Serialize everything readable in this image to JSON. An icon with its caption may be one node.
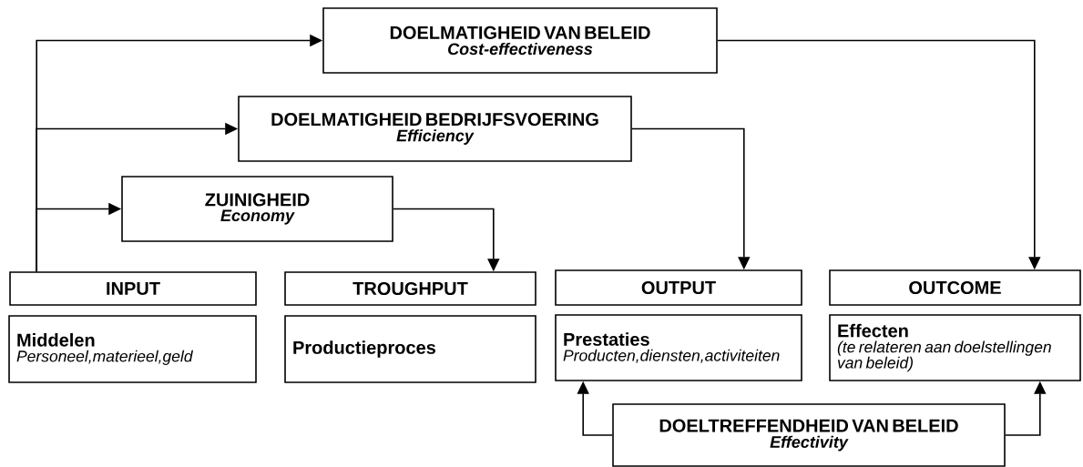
{
  "diagram": {
    "nodes": [
      {
        "text": [
          "DOELMATIGHEID VAN BELEID",
          "Cost-effectiveness"
        ]
      },
      {
        "text": [
          "DOELMATIGHEID BEDRIJFSVOERING",
          "Efficiency"
        ]
      },
      {
        "text": [
          "ZUINIGHEID",
          "Economy"
        ]
      },
      {
        "text": [
          "INPUT"
        ]
      },
      {
        "text": [
          "TROUGHPUT"
        ]
      },
      {
        "text": [
          "OUTPUT"
        ]
      },
      {
        "text": [
          "OUTCOME"
        ]
      },
      {
        "text": [
          "Middelen",
          "Personeel,materieel,geld"
        ]
      },
      {
        "text": [
          "Productieproces"
        ]
      },
      {
        "text": [
          "Prestaties",
          "Producten,diensten,activiteiten"
        ]
      },
      {
        "text": [
          "Effecten",
          "(te relateren aan doelstellingen van beleid)"
        ]
      },
      {
        "text": [
          "DOELTREFFENDHEID VAN BELEID",
          "Effectivity"
        ]
      }
    ],
    "edges": [
      {
        "from": 3,
        "to": 0,
        "arrow": "to"
      },
      {
        "from": 3,
        "to": 1,
        "arrow": "to"
      },
      {
        "from": 3,
        "to": 2,
        "arrow": "to"
      },
      {
        "from": 2,
        "to": 4,
        "arrow": "to"
      },
      {
        "from": 1,
        "to": 5,
        "arrow": "to"
      },
      {
        "from": 0,
        "to": 6,
        "arrow": "to"
      },
      {
        "from": 11,
        "to": 9,
        "arrow": "to"
      },
      {
        "from": 11,
        "to": 10,
        "arrow": "to"
      }
    ]
  }
}
